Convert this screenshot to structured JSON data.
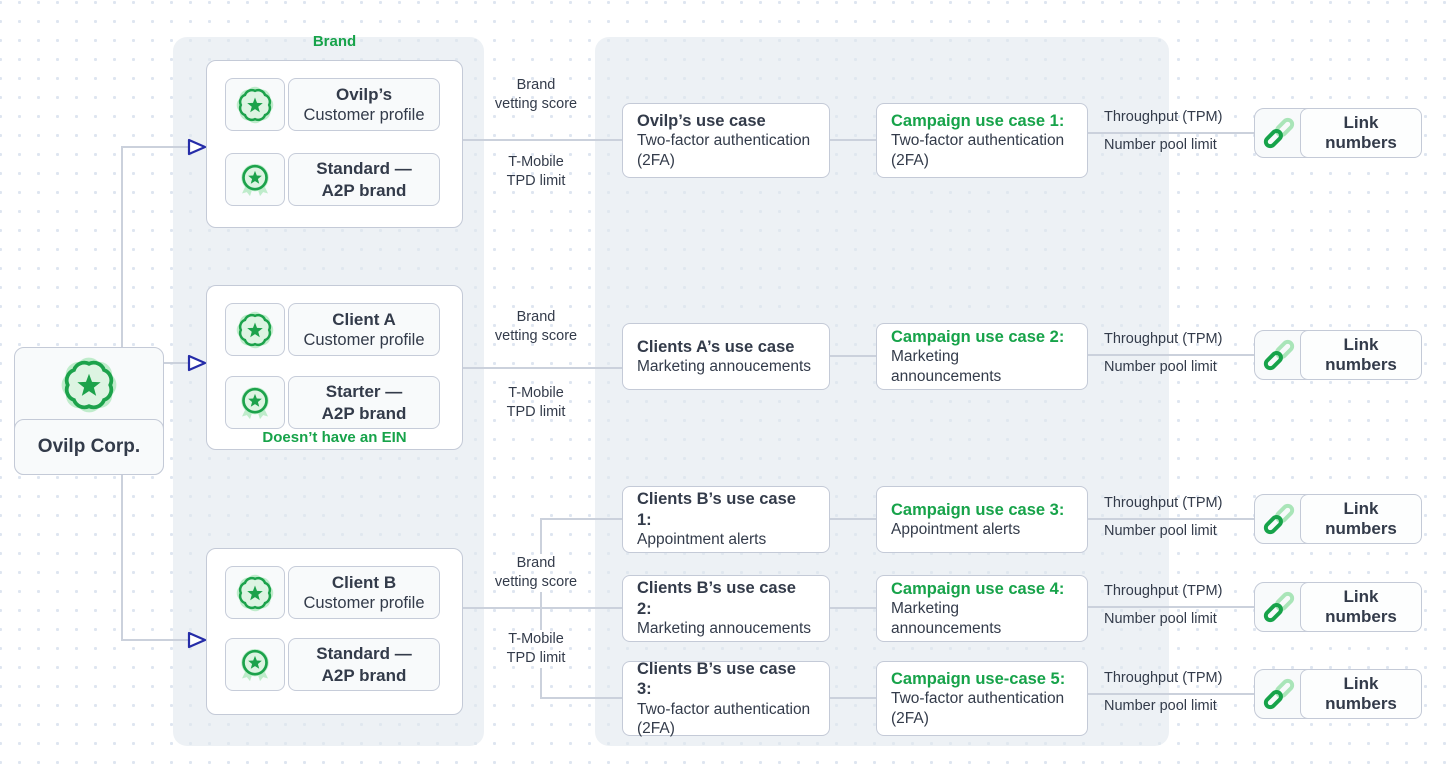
{
  "colors": {
    "green": "#17A34A",
    "light_green": "#BFECCB",
    "text_dark": "#333B4A",
    "box_border": "#C4CAD7",
    "connector_line": "#CBD1DC",
    "arrow_navy": "#252CA8",
    "panel_bg": "#EDF1F5"
  },
  "root": {
    "label": "Ovilp Corp."
  },
  "brand_caption": "Brand",
  "groups": [
    {
      "profile_title": "Ovilp’s",
      "profile_subtitle": "Customer profile",
      "brand_title": "Standard —",
      "brand_subtitle": "A2P brand"
    },
    {
      "profile_title": "Client A",
      "profile_subtitle": "Customer profile",
      "brand_title": "Starter —",
      "brand_subtitle": "A2P brand",
      "note": "Doesn’t have an EIN"
    },
    {
      "profile_title": "Client B",
      "profile_subtitle": "Customer profile",
      "brand_title": "Standard —",
      "brand_subtitle": "A2P brand"
    }
  ],
  "edge_labels": {
    "brand_vetting": "Brand\nvetting score",
    "tpd_limit": "T-Mobile\nTPD limit",
    "throughput": "Throughput (TPM)",
    "number_pool": "Number pool limit"
  },
  "use_cases": [
    {
      "title": "Ovilp’s use case",
      "desc": "Two-factor authentication\n(2FA)"
    },
    {
      "title": "Clients A’s use case",
      "desc": "Marketing annoucements"
    },
    {
      "title": "Clients B’s use case 1:",
      "desc": "Appointment alerts"
    },
    {
      "title": "Clients B’s use case 2:",
      "desc": "Marketing annoucements"
    },
    {
      "title": "Clients B’s use case 3:",
      "desc": "Two-factor authentication\n(2FA)"
    }
  ],
  "campaigns": [
    {
      "title": "Campaign use case 1:",
      "desc": "Two-factor authentication\n(2FA)"
    },
    {
      "title": "Campaign use case 2:",
      "desc": "Marketing announcements"
    },
    {
      "title": "Campaign use case 3:",
      "desc": "Appointment alerts"
    },
    {
      "title": "Campaign use case 4:",
      "desc": "Marketing announcements"
    },
    {
      "title": "Campaign use-case 5:",
      "desc": "Two-factor authentication\n(2FA)"
    }
  ],
  "link_label": "Link\nnumbers"
}
